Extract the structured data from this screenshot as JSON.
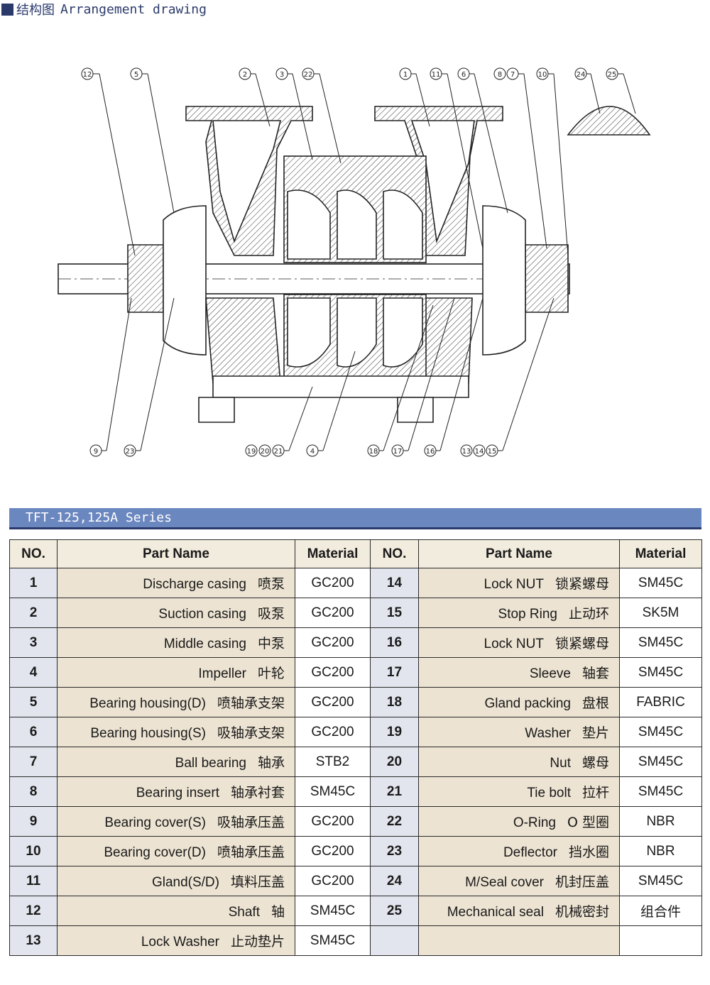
{
  "header": {
    "cn": "结构图",
    "en": "Arrangement drawing"
  },
  "drawing": {
    "callouts_top": [
      "12",
      "5",
      "2",
      "3",
      "22",
      "1",
      "11",
      "6",
      "8",
      "7",
      "10",
      "24",
      "25"
    ],
    "callouts_bottom": [
      "9",
      "23",
      "19",
      "20",
      "21",
      "4",
      "18",
      "17",
      "16",
      "13",
      "14",
      "15"
    ]
  },
  "series": "TFT-125,125A Series",
  "table": {
    "headers": [
      "NO.",
      "Part Name",
      "Material",
      "NO.",
      "Part Name",
      "Material"
    ],
    "rows": [
      {
        "no1": "1",
        "en1": "Discharge casing",
        "cn1": "喷泵",
        "mat1": "GC200",
        "no2": "14",
        "en2": "Lock NUT",
        "cn2": "锁紧螺母",
        "mat2": "SM45C"
      },
      {
        "no1": "2",
        "en1": "Suction casing",
        "cn1": "吸泵",
        "mat1": "GC200",
        "no2": "15",
        "en2": "Stop Ring",
        "cn2": "止动环",
        "mat2": "SK5M"
      },
      {
        "no1": "3",
        "en1": "Middle casing",
        "cn1": "中泵",
        "mat1": "GC200",
        "no2": "16",
        "en2": "Lock NUT",
        "cn2": "锁紧螺母",
        "mat2": "SM45C"
      },
      {
        "no1": "4",
        "en1": "Impeller",
        "cn1": "叶轮",
        "mat1": "GC200",
        "no2": "17",
        "en2": "Sleeve",
        "cn2": "轴套",
        "mat2": "SM45C"
      },
      {
        "no1": "5",
        "en1": "Bearing housing(D)",
        "cn1": "喷轴承支架",
        "mat1": "GC200",
        "no2": "18",
        "en2": "Gland packing",
        "cn2": "盘根",
        "mat2": "FABRIC"
      },
      {
        "no1": "6",
        "en1": "Bearing housing(S)",
        "cn1": "吸轴承支架",
        "mat1": "GC200",
        "no2": "19",
        "en2": "Washer",
        "cn2": "垫片",
        "mat2": "SM45C"
      },
      {
        "no1": "7",
        "en1": "Ball bearing",
        "cn1": "轴承",
        "mat1": "STB2",
        "no2": "20",
        "en2": "Nut",
        "cn2": "螺母",
        "mat2": "SM45C"
      },
      {
        "no1": "8",
        "en1": "Bearing insert",
        "cn1": "轴承衬套",
        "mat1": "SM45C",
        "no2": "21",
        "en2": "Tie bolt",
        "cn2": "拉杆",
        "mat2": "SM45C"
      },
      {
        "no1": "9",
        "en1": "Bearing cover(S)",
        "cn1": "吸轴承压盖",
        "mat1": "GC200",
        "no2": "22",
        "en2": "O-Ring",
        "cn2": "O 型圈",
        "mat2": "NBR"
      },
      {
        "no1": "10",
        "en1": "Bearing cover(D)",
        "cn1": "喷轴承压盖",
        "mat1": "GC200",
        "no2": "23",
        "en2": "Deflector",
        "cn2": "挡水圈",
        "mat2": "NBR"
      },
      {
        "no1": "11",
        "en1": "Gland(S/D)",
        "cn1": "填料压盖",
        "mat1": "GC200",
        "no2": "24",
        "en2": "M/Seal cover",
        "cn2": "机封压盖",
        "mat2": "SM45C"
      },
      {
        "no1": "12",
        "en1": "Shaft",
        "cn1": "轴",
        "mat1": "SM45C",
        "no2": "25",
        "en2": "Mechanical seal",
        "cn2": "机械密封",
        "mat2": "组合件"
      },
      {
        "no1": "13",
        "en1": "Lock Washer",
        "cn1": "止动垫片",
        "mat1": "SM45C",
        "no2": "",
        "en2": "",
        "cn2": "",
        "mat2": ""
      }
    ]
  }
}
